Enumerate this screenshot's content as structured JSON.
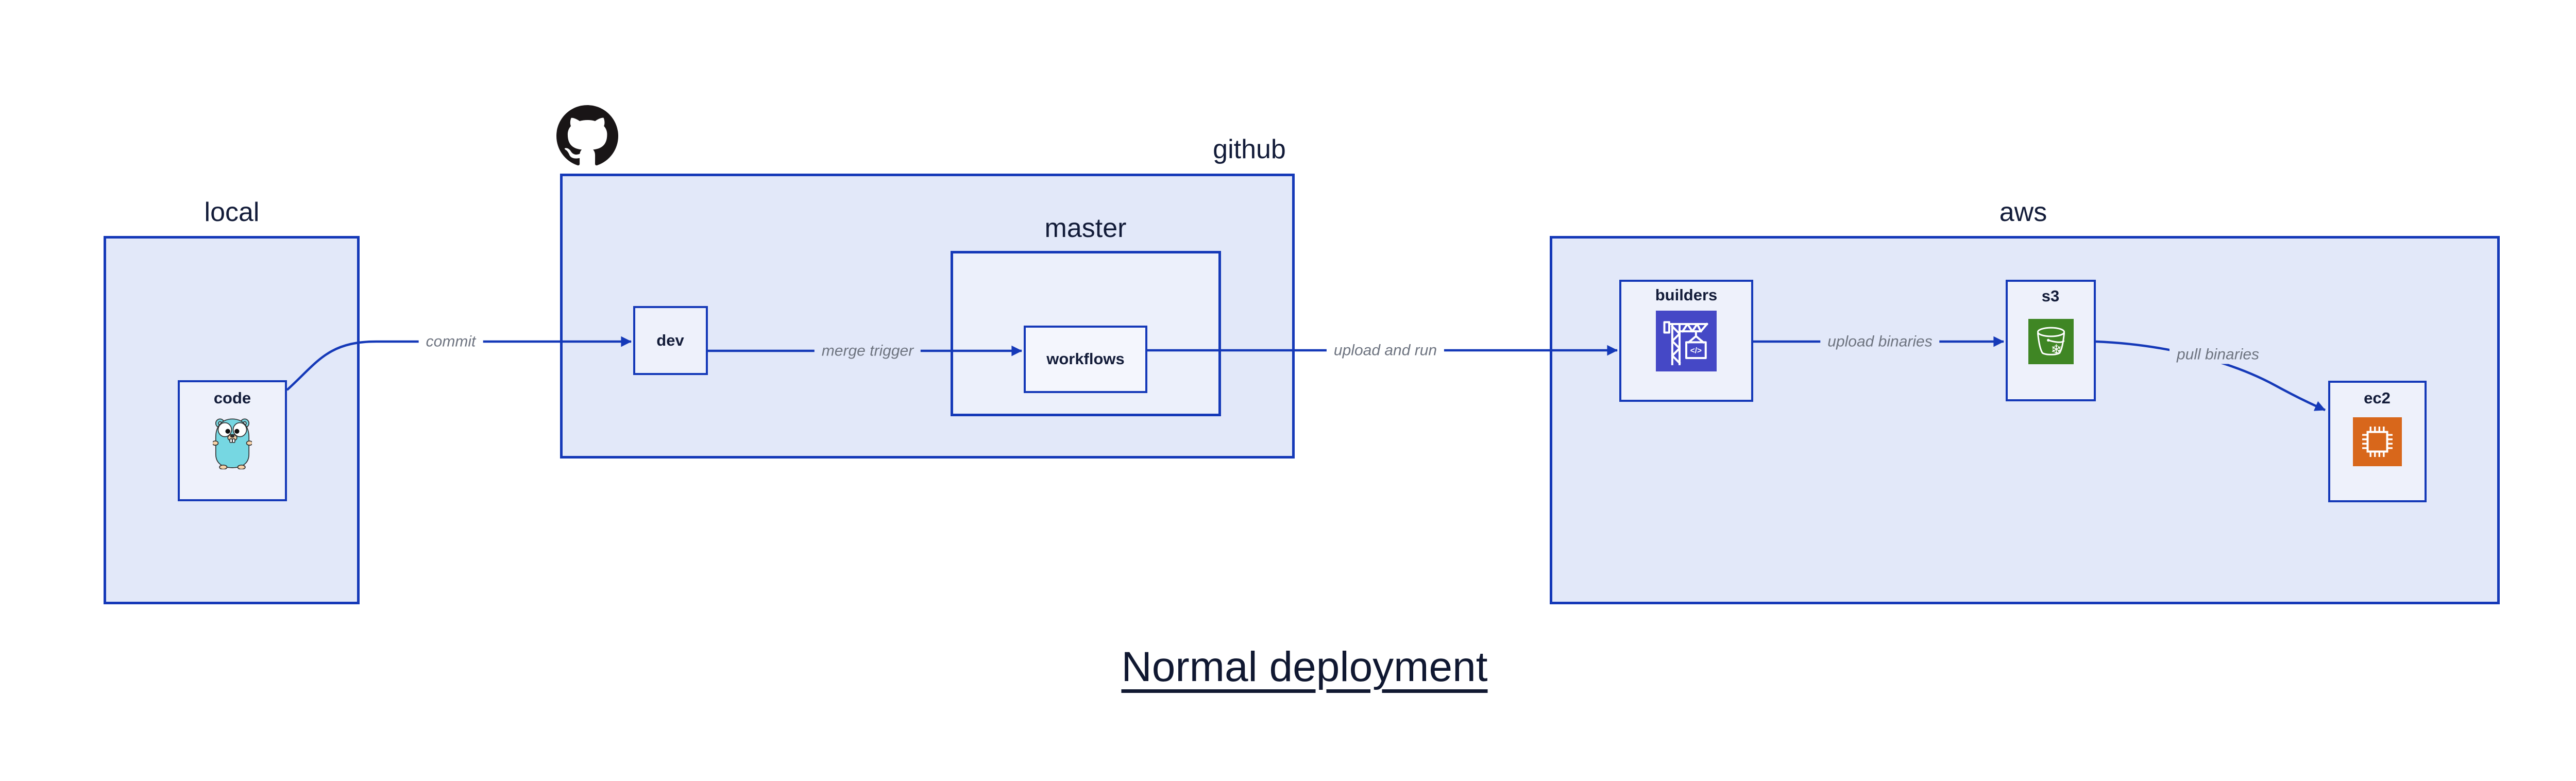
{
  "title": {
    "text": "Normal deployment"
  },
  "containers": {
    "local": {
      "label": "local"
    },
    "github": {
      "label": "github"
    },
    "master": {
      "label": "master"
    },
    "aws": {
      "label": "aws"
    }
  },
  "nodes": {
    "code": {
      "label": "code",
      "icon": "go-gopher-icon"
    },
    "dev": {
      "label": "dev"
    },
    "workflows": {
      "label": "workflows"
    },
    "builders": {
      "label": "builders",
      "icon": "aws-codebuild-icon"
    },
    "s3": {
      "label": "s3",
      "icon": "aws-s3-glacier-bucket-icon"
    },
    "ec2": {
      "label": "ec2",
      "icon": "aws-ec2-chip-icon"
    }
  },
  "edges": [
    {
      "from": "code",
      "to": "dev",
      "label": "commit"
    },
    {
      "from": "dev",
      "to": "workflows",
      "label": "merge trigger"
    },
    {
      "from": "workflows",
      "to": "builders",
      "label": "upload and run"
    },
    {
      "from": "builders",
      "to": "s3",
      "label": "upload binaries"
    },
    {
      "from": "s3",
      "to": "ec2",
      "label": "pull binaries"
    }
  ],
  "glyphs": {
    "codebuild_code": "</>",
    "snowflake": "❄"
  },
  "colors": {
    "line_blue": "#1539b8",
    "container_fill": "#e2e8f9",
    "master_fill": "#ecf0fb",
    "node_fill": "#eef1fb",
    "workflows_fill": "#f4f6fd",
    "label_navy": "#131c39",
    "edge_label_gray": "#6e7480",
    "codebuild_indigo": "#4548c6",
    "s3_green": "#3f8624",
    "ec2_orange": "#d8671b",
    "github_black": "#191516",
    "gopher_teal": "#76d7e2",
    "gopher_tan": "#f6d1a7"
  }
}
